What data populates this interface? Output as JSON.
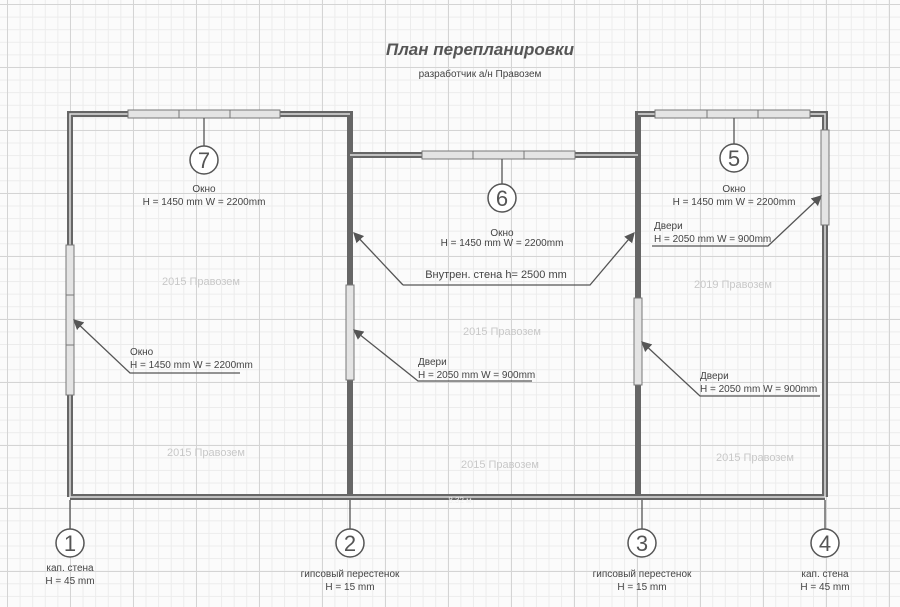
{
  "title": "План перепланировки",
  "subtitle": "разработчик а/н Правозем",
  "watermark": "2015 Правозем",
  "watermark_alt": "2019 Правозем",
  "dimension": "8.32 м",
  "internal_wall": "Внутрен. стена h= 2500 mm",
  "window": {
    "name": "Окно",
    "size": "H = 1450 mm W = 2200mm"
  },
  "door": {
    "name": "Двери",
    "size": "H = 2050 mm W = 900mm"
  },
  "markers": [
    "1",
    "2",
    "3",
    "4",
    "5",
    "6",
    "7"
  ],
  "walls": [
    {
      "name": "кап. стена",
      "h": "H = 45 mm"
    },
    {
      "name": "гипсовый перестенок",
      "h": "H = 15 mm"
    },
    {
      "name": "гипсовый перестенок",
      "h": "H = 15 mm"
    },
    {
      "name": "кап. стена",
      "h": "H = 45 mm"
    }
  ]
}
